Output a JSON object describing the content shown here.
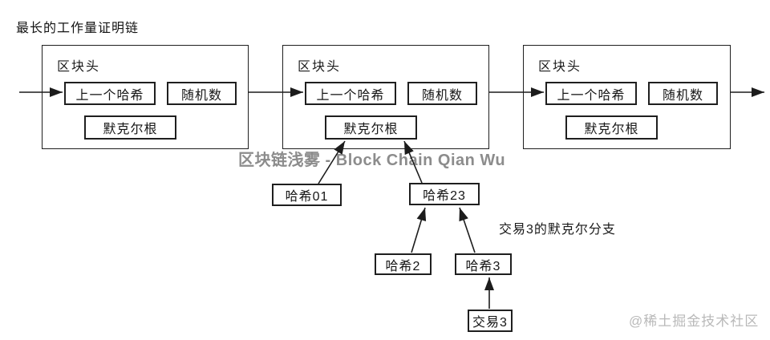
{
  "title": "最长的工作量证明链",
  "blocks": [
    {
      "header_label": "区块头",
      "prev_hash_label": "上一个哈希",
      "nonce_label": "随机数",
      "merkle_root_label": "默克尔根"
    },
    {
      "header_label": "区块头",
      "prev_hash_label": "上一个哈希",
      "nonce_label": "随机数",
      "merkle_root_label": "默克尔根"
    },
    {
      "header_label": "区块头",
      "prev_hash_label": "上一个哈希",
      "nonce_label": "随机数",
      "merkle_root_label": "默克尔根"
    }
  ],
  "merkle_tree": {
    "hash01_label": "哈希01",
    "hash23_label": "哈希23",
    "hash2_label": "哈希2",
    "hash3_label": "哈希3",
    "tx3_label": "交易3",
    "branch_caption": "交易3的默克尔分支"
  },
  "watermarks": {
    "center": "区块链浅雾 - Block Chain Qian Wu",
    "corner": "@稀土掘金技术社区"
  },
  "colors": {
    "line": "#1c1c1c",
    "watermark_center": "#8c8c8c",
    "watermark_corner": "#b9b9b9"
  }
}
